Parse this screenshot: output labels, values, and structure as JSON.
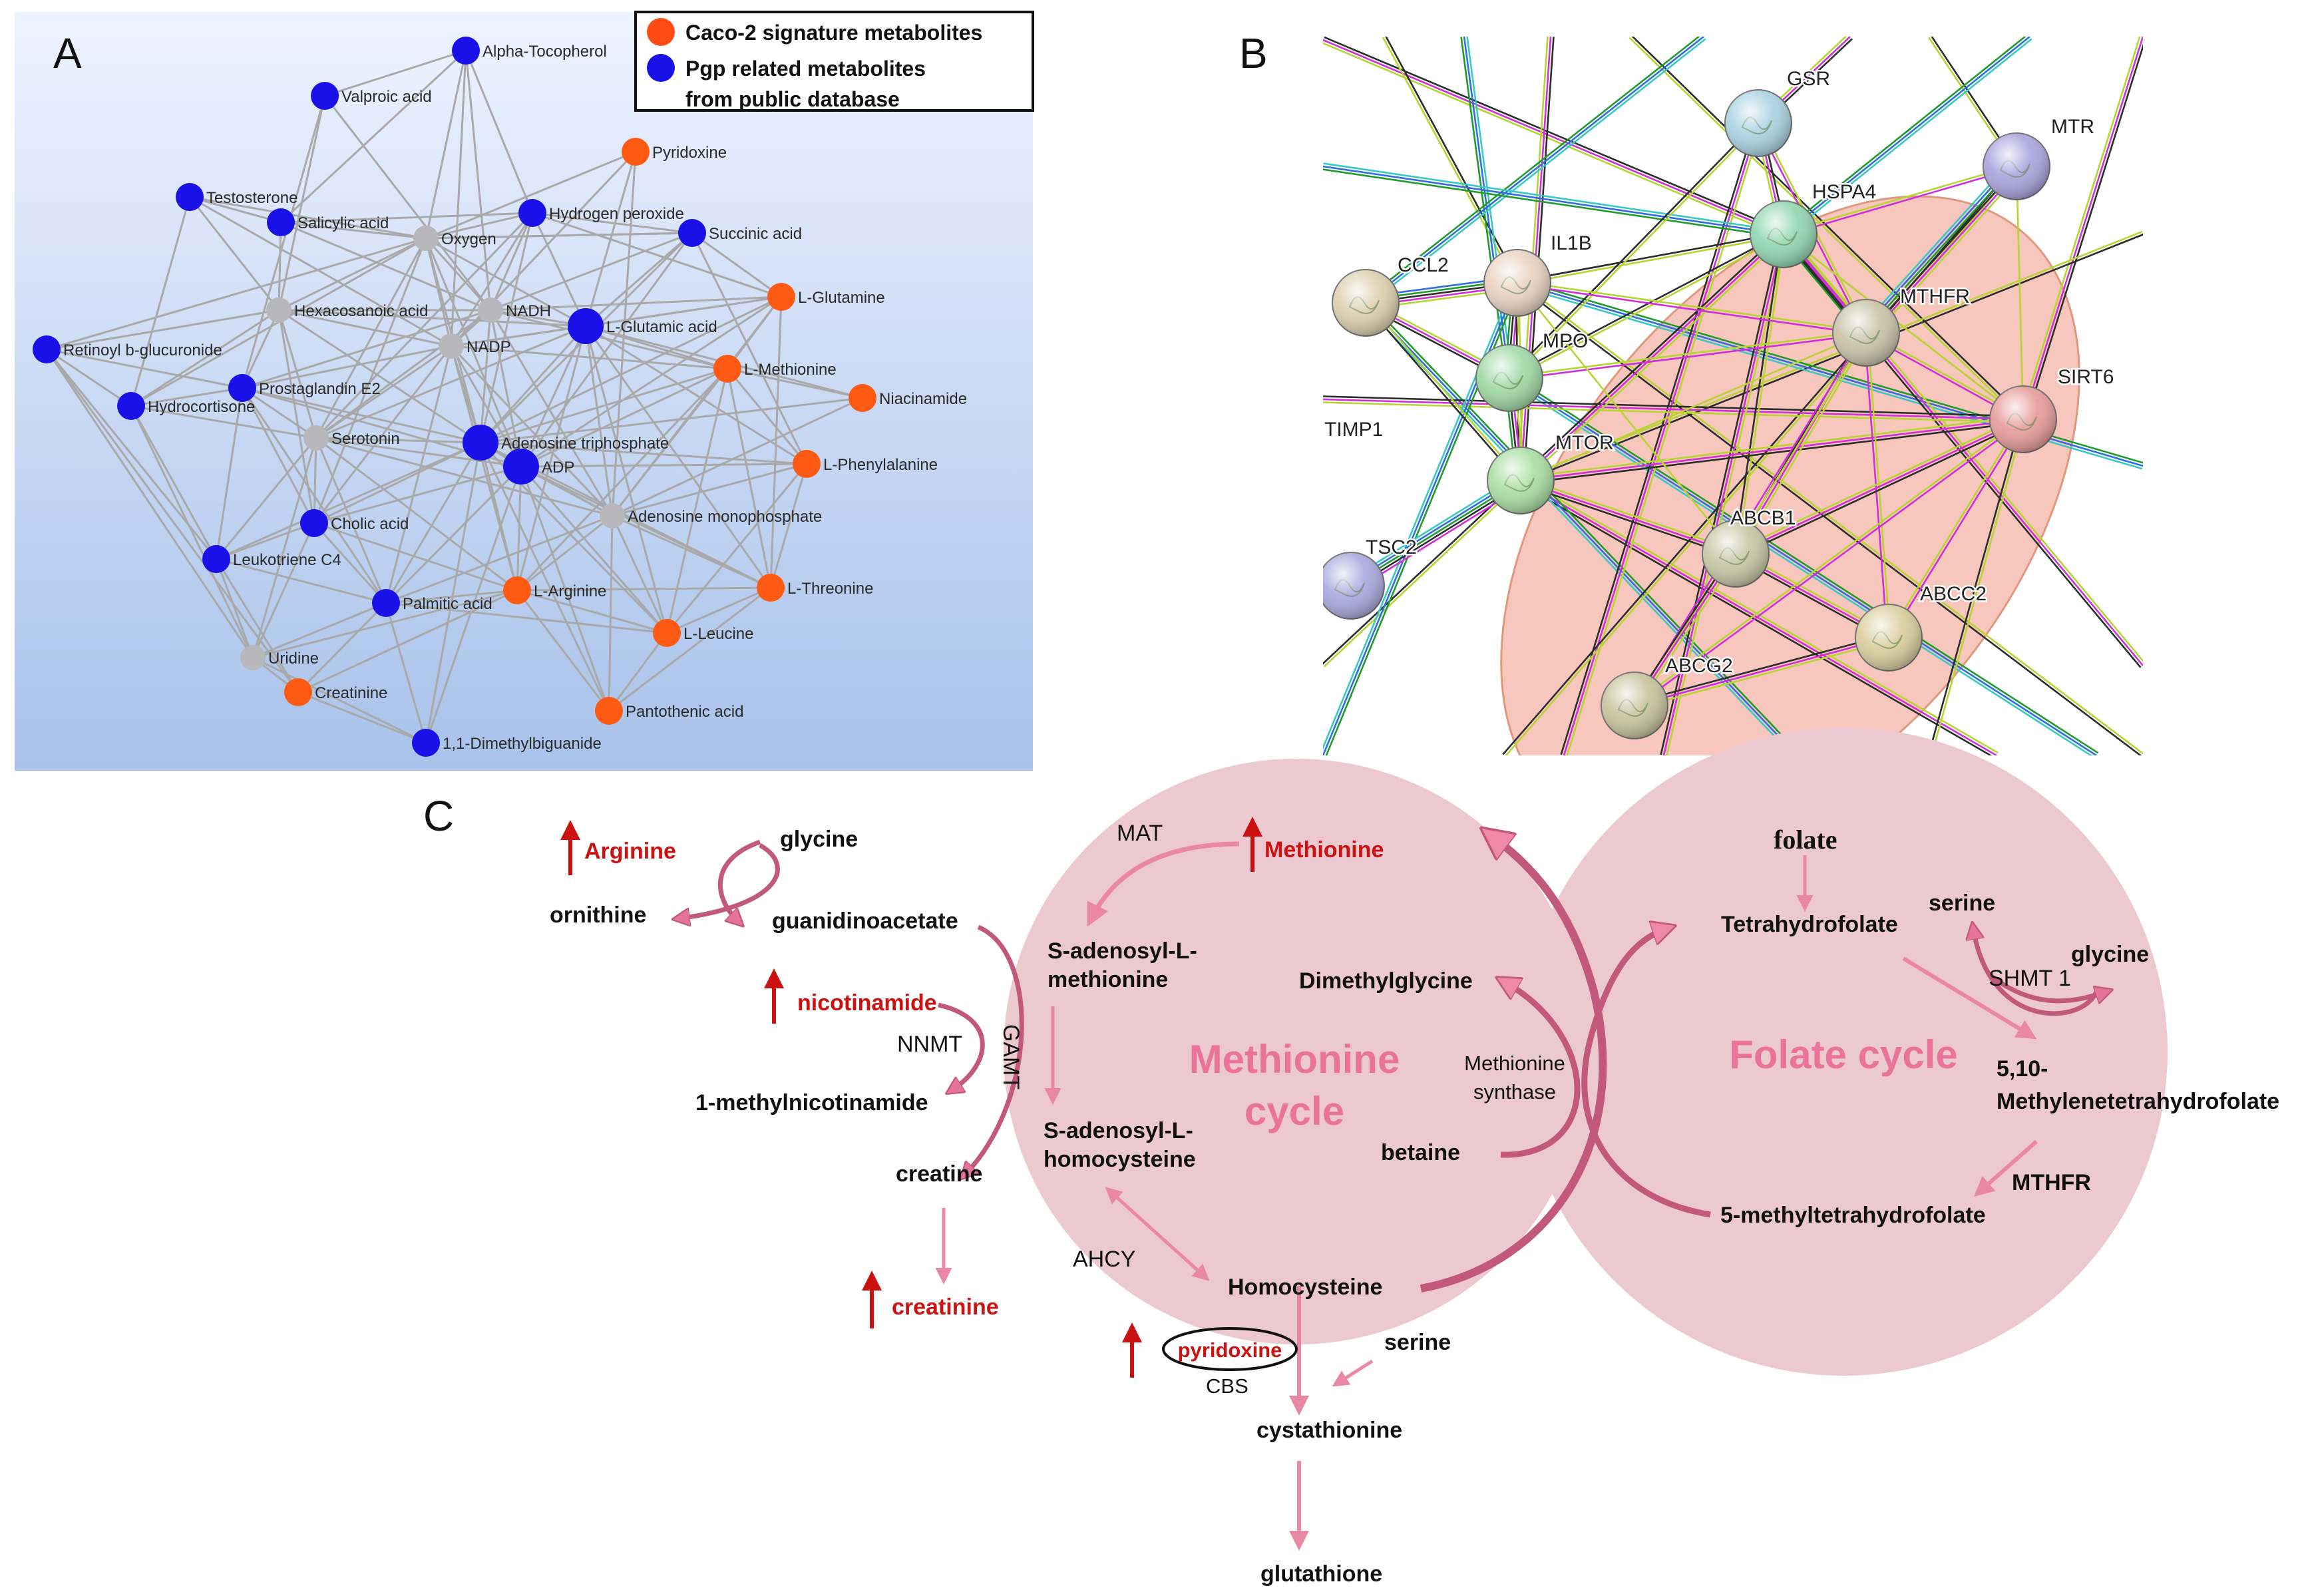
{
  "panel_letters": {
    "a": "A",
    "b": "B",
    "c": "C"
  },
  "panel_a": {
    "legend": [
      {
        "label": "Caco-2 signature metabolites",
        "color": "#ff4a12"
      },
      {
        "label": "Pgp related metabolites",
        "label2": "from public database",
        "color": "#1a10e8"
      }
    ],
    "colors": {
      "caco": "#ff5a14",
      "pgp": "#1a10e8",
      "other": "#b8b8bc",
      "edge": "#a9a9a9"
    },
    "nodes": [
      {
        "id": "alpha",
        "label": "Alpha-Tocopherol",
        "type": "pgp"
      },
      {
        "id": "valproic",
        "label": "Valproic acid",
        "type": "pgp"
      },
      {
        "id": "pyridoxine",
        "label": "Pyridoxine",
        "type": "caco"
      },
      {
        "id": "testosterone",
        "label": "Testosterone",
        "type": "pgp"
      },
      {
        "id": "salicylic",
        "label": "Salicylic acid",
        "type": "pgp"
      },
      {
        "id": "oxygen",
        "label": "Oxygen",
        "type": "other"
      },
      {
        "id": "h2o2",
        "label": "Hydrogen peroxide",
        "type": "pgp"
      },
      {
        "id": "succinic",
        "label": "Succinic acid",
        "type": "pgp"
      },
      {
        "id": "glutamine",
        "label": "L-Glutamine",
        "type": "caco"
      },
      {
        "id": "hexacos",
        "label": "Hexacosanoic acid",
        "type": "other"
      },
      {
        "id": "nadh",
        "label": "NADH",
        "type": "other"
      },
      {
        "id": "glutamic",
        "label": "L-Glutamic acid",
        "type": "pgp"
      },
      {
        "id": "retinoyl",
        "label": "Retinoyl b-glucuronide",
        "type": "pgp"
      },
      {
        "id": "nadp",
        "label": "NADP",
        "type": "other"
      },
      {
        "id": "methionine",
        "label": "L-Methionine",
        "type": "caco"
      },
      {
        "id": "prostaglandin",
        "label": "Prostaglandin E2",
        "type": "pgp"
      },
      {
        "id": "niacinamide",
        "label": "Niacinamide",
        "type": "caco"
      },
      {
        "id": "hydrocortisone",
        "label": "Hydrocortisone",
        "type": "pgp"
      },
      {
        "id": "serotonin",
        "label": "Serotonin",
        "type": "other"
      },
      {
        "id": "atp",
        "label": "Adenosine triphosphate",
        "type": "pgp"
      },
      {
        "id": "phenylalanine",
        "label": "L-Phenylalanine",
        "type": "caco"
      },
      {
        "id": "adp",
        "label": "ADP",
        "type": "pgp"
      },
      {
        "id": "amp",
        "label": "Adenosine monophosphate",
        "type": "other"
      },
      {
        "id": "cholic",
        "label": "Cholic acid",
        "type": "pgp"
      },
      {
        "id": "leukotriene",
        "label": "Leukotriene C4",
        "type": "pgp"
      },
      {
        "id": "arginine",
        "label": "L-Arginine",
        "type": "caco"
      },
      {
        "id": "threonine",
        "label": "L-Threonine",
        "type": "caco"
      },
      {
        "id": "palmitic",
        "label": "Palmitic acid",
        "type": "pgp"
      },
      {
        "id": "leucine",
        "label": "L-Leucine",
        "type": "caco"
      },
      {
        "id": "uridine",
        "label": "Uridine",
        "type": "other"
      },
      {
        "id": "creatinine",
        "label": "Creatinine",
        "type": "caco"
      },
      {
        "id": "pantothenic",
        "label": "Pantothenic acid",
        "type": "caco"
      },
      {
        "id": "metformin",
        "label": "1,1-Dimethylbiguanide",
        "type": "pgp"
      }
    ]
  },
  "panel_b": {
    "proteins": [
      {
        "id": "GSR",
        "label": "GSR",
        "color": "#a9d3e2"
      },
      {
        "id": "MTR",
        "label": "MTR",
        "color": "#a9a2de"
      },
      {
        "id": "HSPA4",
        "label": "HSPA4",
        "color": "#8fd6ae"
      },
      {
        "id": "IL1B",
        "label": "IL1B",
        "color": "#e8d2c0"
      },
      {
        "id": "CCL2",
        "label": "CCL2",
        "color": "#dccfae"
      },
      {
        "id": "MTHFR",
        "label": "MTHFR",
        "color": "#c9c2a6"
      },
      {
        "id": "MPO",
        "label": "MPO",
        "color": "#9ed8a3"
      },
      {
        "id": "SIRT6",
        "label": "SIRT6",
        "color": "#e79a98"
      },
      {
        "id": "TIMP1",
        "label": "TIMP1",
        "color": "#ffffff"
      },
      {
        "id": "MTOR",
        "label": "MTOR",
        "color": "#a8dea0"
      },
      {
        "id": "ABCB1",
        "label": "ABCB1",
        "color": "#c6c6a4"
      },
      {
        "id": "TSC2",
        "label": "TSC2",
        "color": "#a8a8df"
      },
      {
        "id": "ABCC2",
        "label": "ABCC2",
        "color": "#d9cd9c"
      },
      {
        "id": "ABCG2",
        "label": "ABCG2",
        "color": "#c7c39c"
      }
    ],
    "edge_colors": [
      "#b8d432",
      "#d12ed8",
      "#2c2c2c",
      "#1f9b2e",
      "#2f6ee0",
      "#39c8c8"
    ],
    "highlight_color": "#f4b3a6"
  },
  "panel_c": {
    "cycles": {
      "methionine_line1": "Methionine",
      "methionine_line2": "cycle",
      "folate": "Folate cycle"
    },
    "labels": {
      "arginine": "Arginine",
      "glycine_left": "glycine",
      "ornithine": "ornithine",
      "guanidinoacetate": "guanidinoacetate",
      "nicotinamide": "nicotinamide",
      "nnmt": "NNMT",
      "gamt": "GAMT",
      "methylnicotinamide": "1-methylnicotinamide",
      "creatine": "creatine",
      "creatinine": "creatinine",
      "mat": "MAT",
      "methionine": "Methionine",
      "sam1": "S-adenosyl-L-",
      "sam2": "methionine",
      "sah1": "S-adenosyl-L-",
      "sah2": "homocysteine",
      "dimethylglycine": "Dimethylglycine",
      "ms1": "Methionine",
      "ms2": "synthase",
      "betaine": "betaine",
      "ahcy": "AHCY",
      "homocysteine": "Homocysteine",
      "pyridoxine": "pyridoxine",
      "cbs": "CBS",
      "serine_bottom": "serine",
      "cystathionine": "cystathionine",
      "glutathione": "glutathione",
      "folate": "folate",
      "thf": "Tetrahydrofolate",
      "serine_right": "serine",
      "glycine_right": "glycine",
      "shmt1": "SHMT 1",
      "mthf1": "5,10-",
      "mthf2": "Methylenetetrahydrofolate",
      "mthfr": "MTHFR",
      "methylthf": "5-methyltetrahydrofolate"
    },
    "colors": {
      "circle": "#ecc9d0",
      "cycle_text": "#e9739a",
      "up": "#cc1111",
      "arrow_light": "#ea87a5",
      "arrow_dark": "#c2587c"
    }
  }
}
